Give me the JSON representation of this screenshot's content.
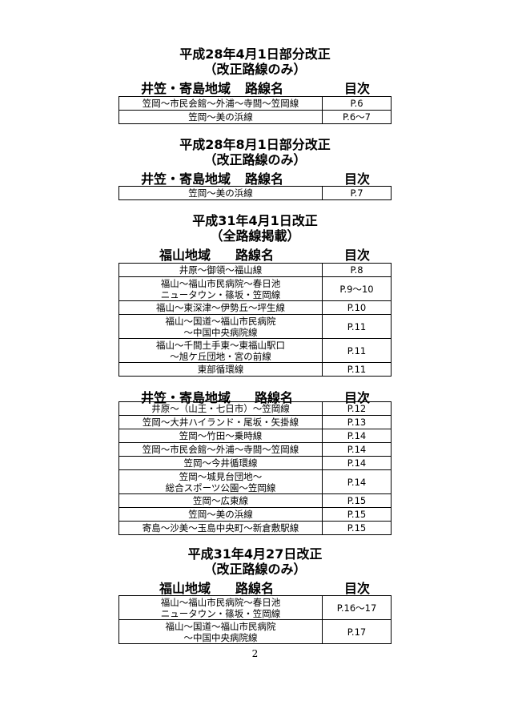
{
  "sections": [
    {
      "title_lines": [
        "平成28年4月1日部分改正",
        "（改正路線のみ）"
      ],
      "region": "井笠・寄島地域",
      "route_label": "路線名",
      "toc_label": "目次",
      "rows": [
        {
          "route": [
            "笠岡～市民会館～外浦～寺間～笠岡線"
          ],
          "page": "P.6"
        },
        {
          "route": [
            "笠岡～美の浜線"
          ],
          "page": "P.6～7"
        }
      ]
    },
    {
      "title_lines": [
        "平成28年8月1日部分改正",
        "（改正路線のみ）"
      ],
      "region": "井笠・寄島地域",
      "route_label": "路線名",
      "toc_label": "目次",
      "rows": [
        {
          "route": [
            "笠岡～美の浜線"
          ],
          "page": "P.7"
        }
      ]
    },
    {
      "title_lines": [
        "平成31年4月1日改正",
        "（全路線掲載）"
      ],
      "region": "福山地域",
      "route_label": "路線名",
      "toc_label": "目次",
      "rows": [
        {
          "route": [
            "井原～御領～福山線"
          ],
          "page": "P.8"
        },
        {
          "route": [
            "福山～福山市民病院～春日池",
            "ニュータウン・篠坂・笠岡線"
          ],
          "page": "P.9～10"
        },
        {
          "route": [
            "福山～東深津～伊勢丘～坪生線"
          ],
          "page": "P.10"
        },
        {
          "route": [
            "福山～国道～福山市民病院",
            "～中国中央病院線"
          ],
          "page": "P.11"
        },
        {
          "route": [
            "福山～千間土手東～東福山駅口",
            "～旭ケ丘団地・宮の前線"
          ],
          "page": "P.11"
        },
        {
          "route": [
            "東部循環線"
          ],
          "page": "P.11"
        }
      ]
    },
    {
      "title_lines": [],
      "region": "井笠・寄島地域",
      "route_label": "路線名",
      "toc_label": "目次",
      "rows": [
        {
          "route": [
            "井原～（山王・七日市）～笠岡線"
          ],
          "page": "P.12"
        },
        {
          "route": [
            "笠岡～大井ハイランド・尾坂・矢掛線"
          ],
          "page": "P.13"
        },
        {
          "route": [
            "笠岡～竹田～乗時線"
          ],
          "page": "P.14"
        },
        {
          "route": [
            "笠岡～市民会館～外浦～寺間～笠岡線"
          ],
          "page": "P.14"
        },
        {
          "route": [
            "笠岡～今井循環線"
          ],
          "page": "P.14"
        },
        {
          "route": [
            "笠岡～城見台団地～",
            "総合スポーツ公園～笠岡線"
          ],
          "page": "P.14"
        },
        {
          "route": [
            "笠岡～広東線"
          ],
          "page": "P.15"
        },
        {
          "route": [
            "笠岡～美の浜線"
          ],
          "page": "P.15"
        },
        {
          "route": [
            "寄島～沙美～玉島中央町～新倉敷駅線"
          ],
          "page": "P.15"
        }
      ]
    },
    {
      "title_lines": [
        "平成31年4月27日改正",
        "（改正路線のみ）"
      ],
      "region": "福山地域",
      "route_label": "路線名",
      "toc_label": "目次",
      "rows": [
        {
          "route": [
            "福山～福山市民病院～春日池",
            "ニュータウン・篠坂・笠岡線"
          ],
          "page": "P.16～17"
        },
        {
          "route": [
            "福山～国道～福山市民病院",
            "～中国中央病院線"
          ],
          "page": "P.17"
        }
      ]
    }
  ],
  "page_number": "2"
}
